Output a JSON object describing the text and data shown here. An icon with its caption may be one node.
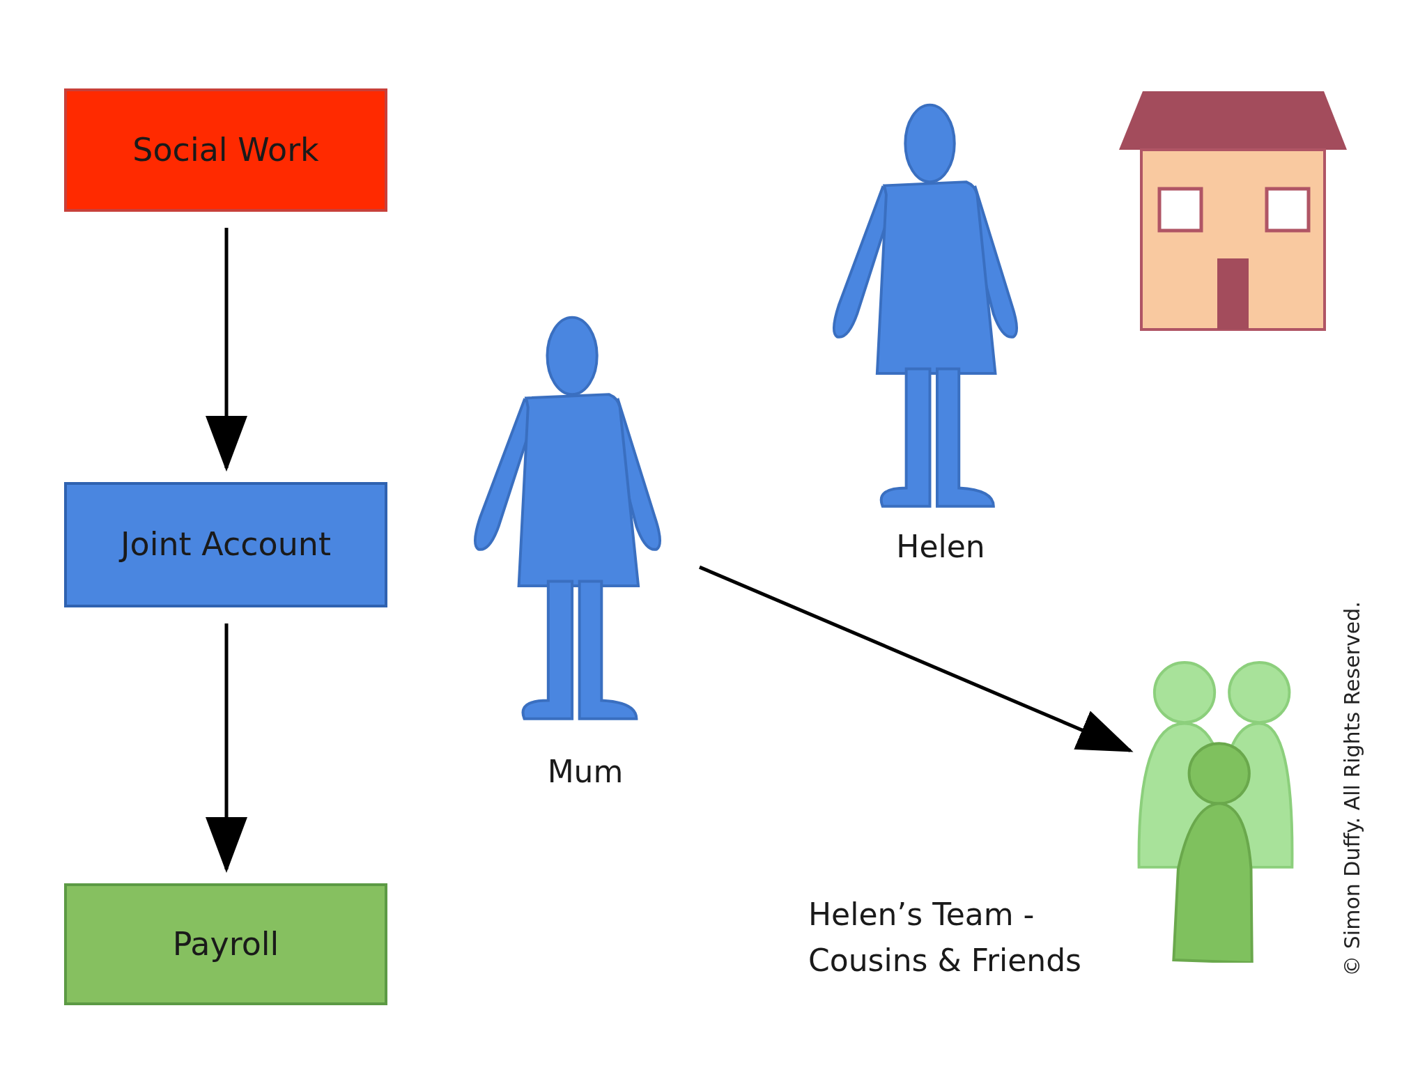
{
  "diagram": {
    "nodes": [
      {
        "text": [
          "Social Work"
        ]
      },
      {
        "text": [
          "Joint Account"
        ]
      },
      {
        "text": [
          "Payroll"
        ]
      },
      {
        "text": [],
        "shape": "person",
        "beside": [
          "Mum"
        ]
      },
      {
        "text": [],
        "shape": "person",
        "beside": [
          "Helen"
        ]
      },
      {
        "text": [],
        "shape": "person",
        "beside": [
          "Helen’s Team - Cousins & Friends"
        ]
      }
    ],
    "edges": [
      {
        "from": 0,
        "to": 1,
        "arrow": "to"
      },
      {
        "from": 1,
        "to": 2,
        "arrow": "to"
      },
      {
        "from": 3,
        "to": 5,
        "arrow": "to"
      }
    ],
    "labels": [
      "© Simon Duffy. All Rights Reserved."
    ]
  }
}
